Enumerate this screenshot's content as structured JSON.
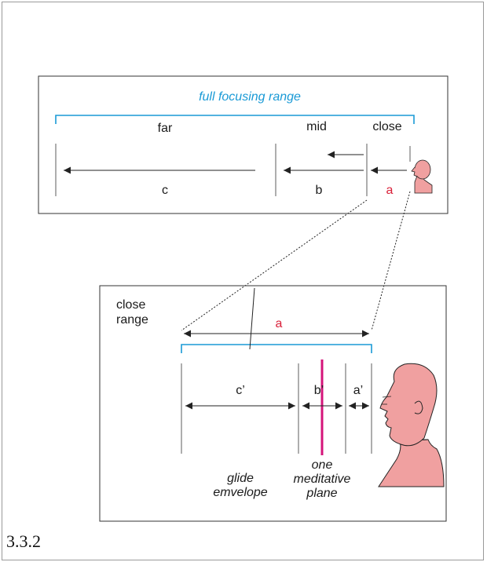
{
  "top_panel": {
    "range_label": "full focusing range",
    "zones": {
      "far": "far",
      "mid": "mid",
      "close": "close"
    },
    "distances": {
      "c": "c",
      "b": "b",
      "a": "a"
    }
  },
  "bottom_panel": {
    "title_line1": "close",
    "title_line2": "range",
    "range_letter": "a",
    "sub_distances": {
      "c_prime": "c’",
      "b_prime": "b’",
      "a_prime": "a’"
    },
    "glide_line1": "glide",
    "glide_line2": "emvelope",
    "plane_line1": "one",
    "plane_line2": "meditative",
    "plane_line3": "plane"
  },
  "caption": "3.3.2",
  "colors": {
    "accent_blue": "#1a9ad6",
    "accent_red": "#d9213a",
    "plane_magenta": "#d4147a",
    "head_fill": "#f0a0a0"
  }
}
